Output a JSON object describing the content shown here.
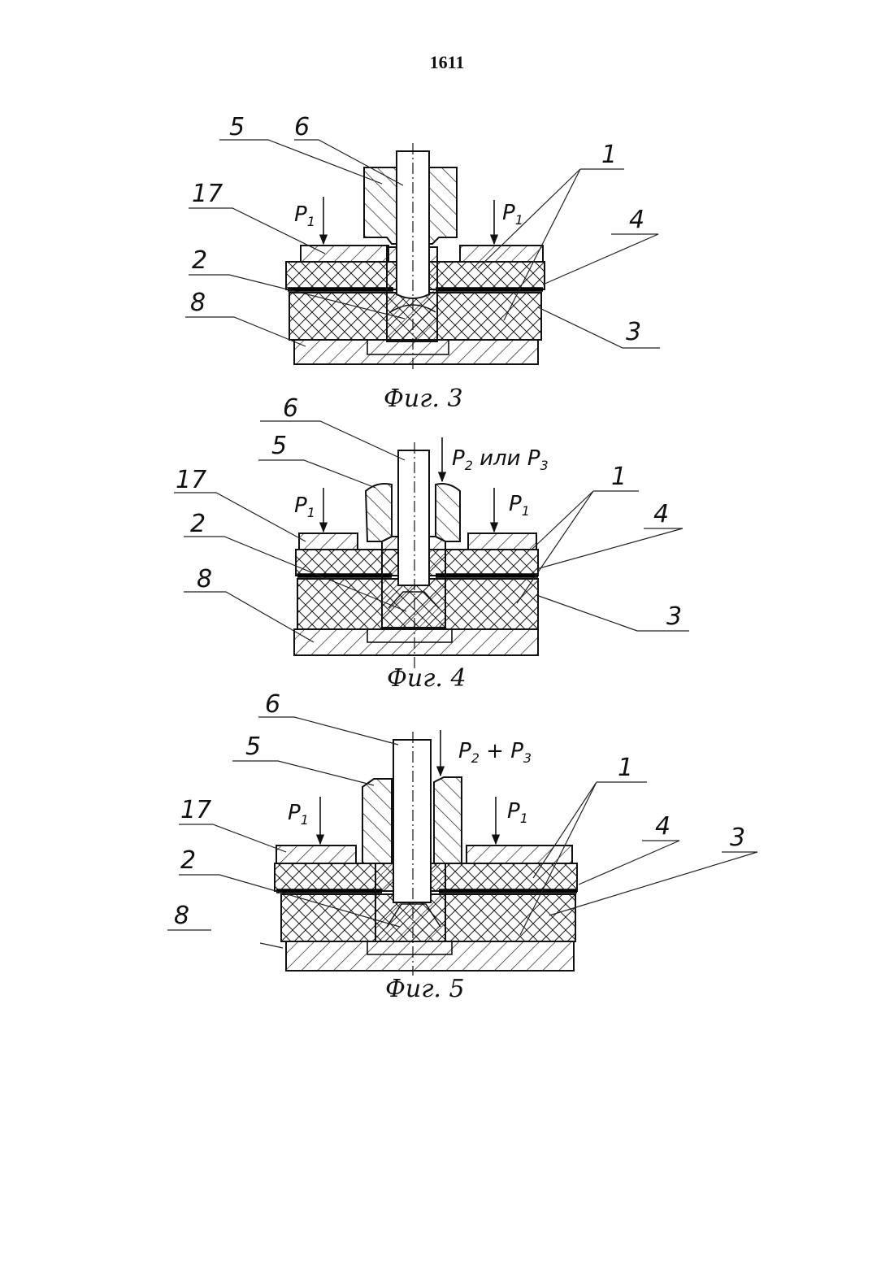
{
  "page": {
    "number": "1611"
  },
  "figures": [
    {
      "id": "fig3",
      "caption": "Фиг. 3",
      "labels": {
        "l5": "5",
        "l6": "6",
        "l1": "1",
        "l17": "17",
        "l4": "4",
        "l2": "2",
        "l8": "8",
        "l3": "3"
      },
      "forces": {
        "left": "P",
        "left_sub": "1",
        "right": "P",
        "right_sub": "1"
      }
    },
    {
      "id": "fig4",
      "caption": "Фиг. 4",
      "labels": {
        "l6": "6",
        "l5": "5",
        "l1": "1",
        "l17": "17",
        "l4": "4",
        "l2": "2",
        "l8": "8",
        "l3": "3"
      },
      "forces": {
        "left": "P",
        "left_sub": "1",
        "right": "P",
        "right_sub": "1",
        "top_a": "P",
        "top_a_sub": "2",
        "top_mid": " или ",
        "top_b": "P",
        "top_b_sub": "3"
      }
    },
    {
      "id": "fig5",
      "caption": "Фиг. 5",
      "labels": {
        "l6": "6",
        "l5": "5",
        "l1": "1",
        "l17": "17",
        "l4": "4",
        "l3": "3",
        "l2": "2",
        "l8": "8"
      },
      "forces": {
        "left": "P",
        "left_sub": "1",
        "right": "P",
        "right_sub": "1",
        "top_a": "P",
        "top_a_sub": "2",
        "top_mid": " + ",
        "top_b": "P",
        "top_b_sub": "3"
      }
    }
  ]
}
